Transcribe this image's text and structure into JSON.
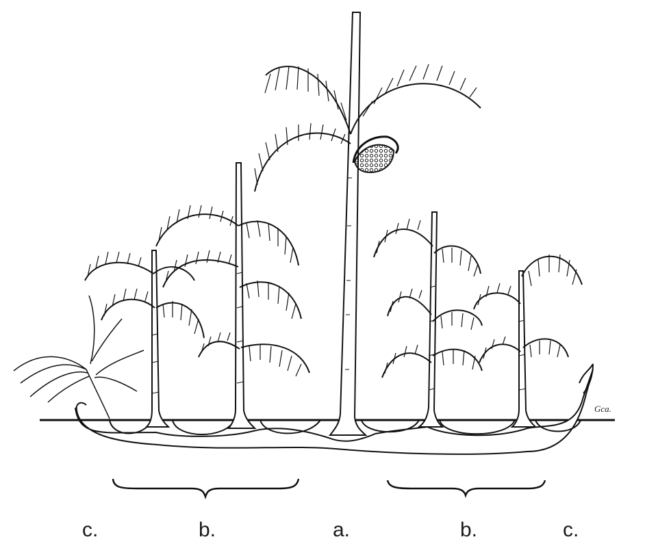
{
  "figure": {
    "labels": {
      "c_left": "c.",
      "b_left": "b.",
      "a_center": "a.",
      "b_right": "b.",
      "c_right": "c."
    },
    "signature": "Gca."
  }
}
